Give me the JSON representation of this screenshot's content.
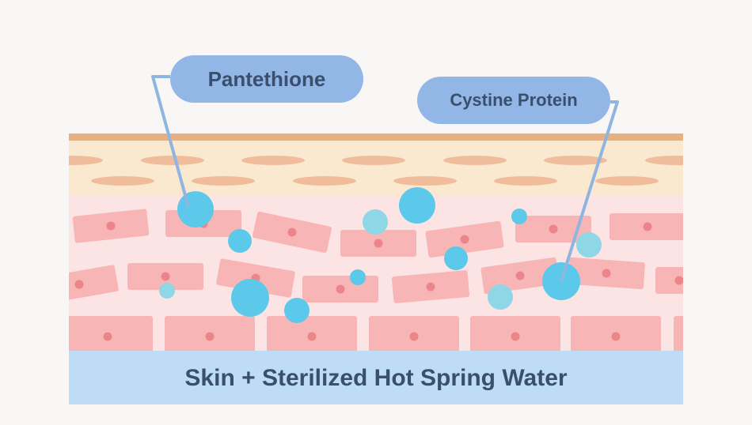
{
  "labels": {
    "pantethione": "Pantethione",
    "cystine_protein": "Cystine Protein"
  },
  "caption": "Skin + Sterilized Hot Spring Water",
  "colors": {
    "background": "#f9f7f5",
    "surface_line": "#e8b081",
    "upper_layer": "#fbe9cf",
    "upper_ovals": "#f0bd9c",
    "cell_layer": "#fde4e4",
    "cell": "#f7b5b6",
    "cell_nucleus": "#ec8589",
    "base_layer": "#bfdcf6",
    "pill": "#92b7e6",
    "text": "#3a4f6e",
    "molecule_dark": "#5cc9ea",
    "molecule_light": "#8fd6e6",
    "leader_line": "#8fb5e1"
  }
}
